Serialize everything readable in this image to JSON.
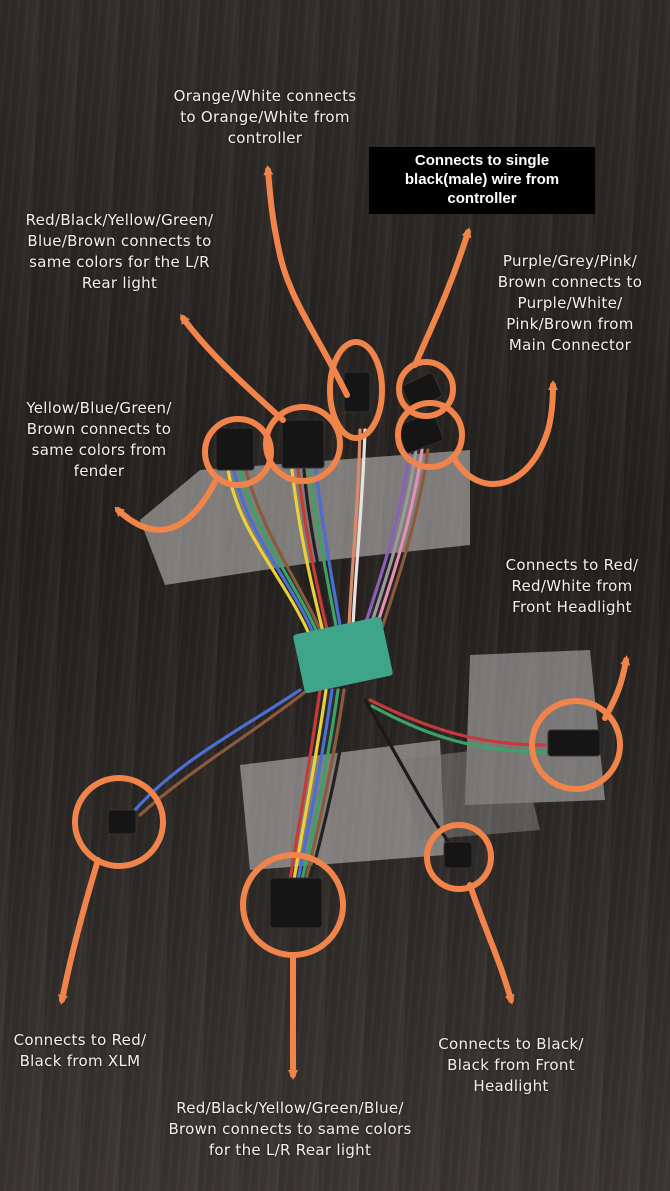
{
  "annotations": {
    "orange_white": [
      "Orange/White connects",
      "to Orange/White from",
      "controller"
    ],
    "single_black": [
      "Connects to single",
      "black(male) wire from",
      "controller"
    ],
    "rear_light_top": [
      "Red/Black/Yellow/Green/",
      "Blue/Brown connects to",
      "same colors for the L/R",
      "Rear light"
    ],
    "purple_grey": [
      "Purple/Grey/Pink/",
      "Brown connects to",
      "Purple/White/",
      "Pink/Brown from",
      "Main Connector"
    ],
    "fender": [
      "Yellow/Blue/Green/",
      "Brown connects to",
      "same colors from",
      "fender"
    ],
    "front_headlight_red": [
      "Connects to Red/",
      "Red/White from",
      "Front Headlight"
    ],
    "xlm": [
      "Connects to Red/",
      "Black from XLM"
    ],
    "front_headlight_black": [
      "Connects to Black/",
      "Black from Front",
      "Headlight"
    ],
    "rear_light_bottom": [
      "Red/Black/Yellow/Green/Blue/",
      "Brown connects to same colors",
      "for the L/R Rear light"
    ]
  },
  "colors": {
    "annotation_orange": "#f0844a",
    "wood": "#2a2624",
    "pcb": "#3fa58a"
  }
}
